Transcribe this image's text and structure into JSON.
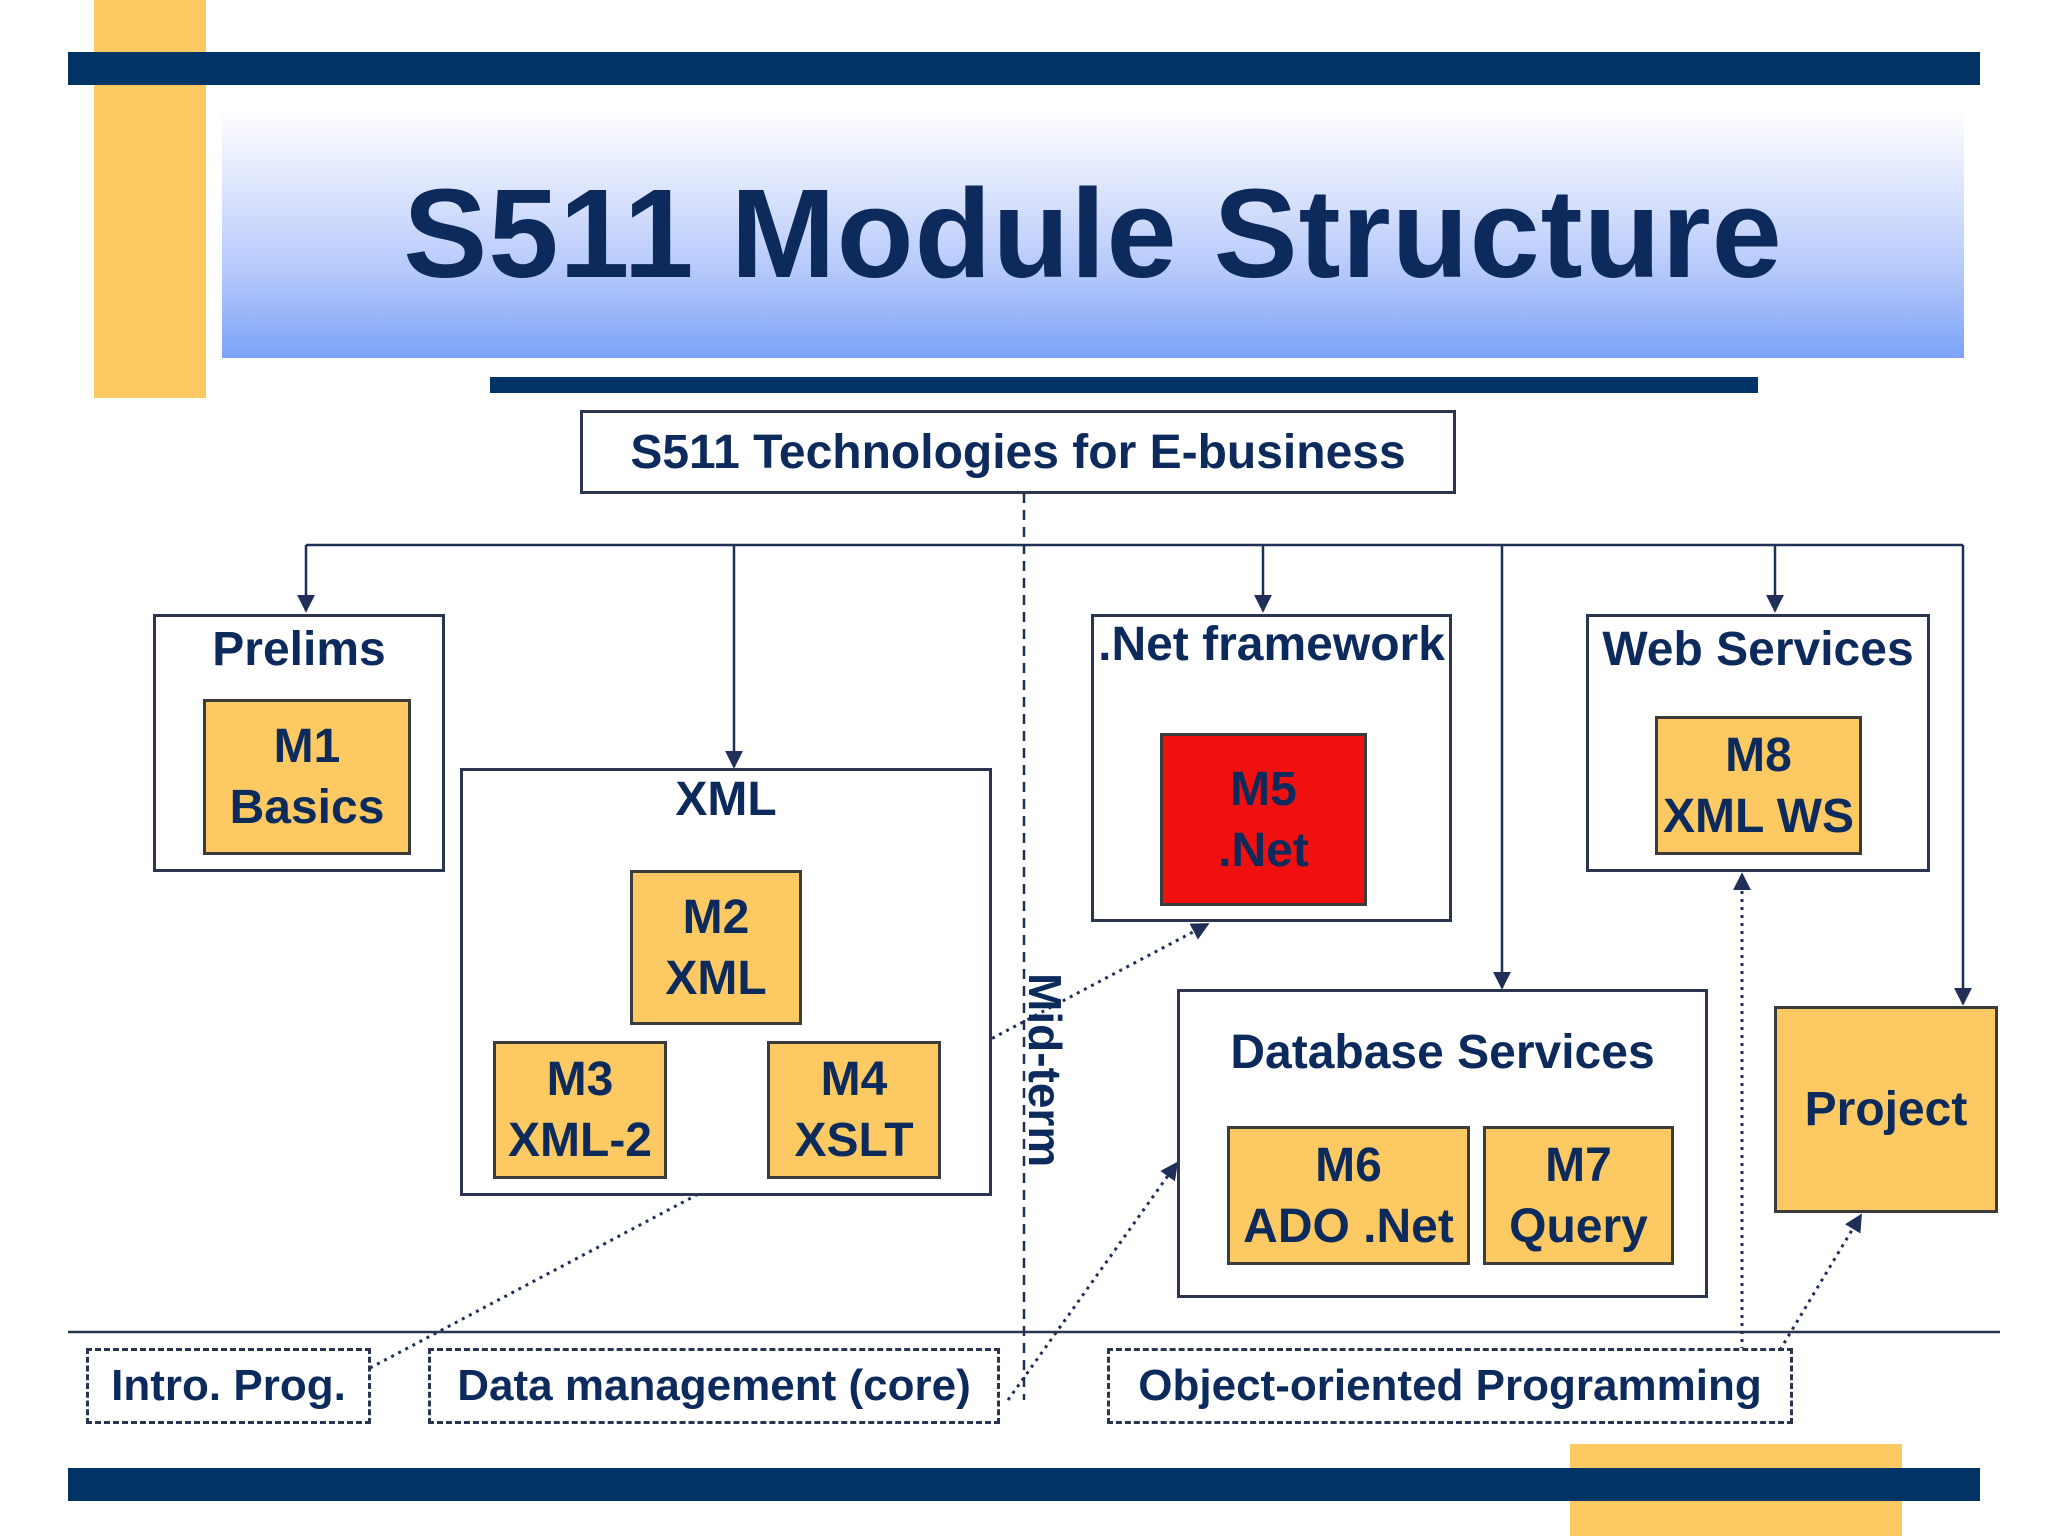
{
  "title": "S511 Module Structure",
  "root": "S511 Technologies for E-business",
  "groups": {
    "prelims": "Prelims",
    "xml": "XML",
    "net": ".Net framework",
    "web": "Web Services",
    "db": "Database Services"
  },
  "modules": {
    "m1": {
      "code": "M1",
      "name": "Basics"
    },
    "m2": {
      "code": "M2",
      "name": "XML"
    },
    "m3": {
      "code": "M3",
      "name": "XML-2"
    },
    "m4": {
      "code": "M4",
      "name": "XSLT"
    },
    "m5": {
      "code": "M5",
      "name": ".Net"
    },
    "m6": {
      "code": "M6",
      "name": "ADO .Net"
    },
    "m7": {
      "code": "M7",
      "name": "Query"
    },
    "m8": {
      "code": "M8",
      "name": "XML WS"
    }
  },
  "project": "Project",
  "midterm": "Mid-term",
  "prereqs": {
    "intro": "Intro. Prog.",
    "data": "Data management (core)",
    "oop": "Object-oriented Programming"
  },
  "colors": {
    "navy_bar": "#003366",
    "accent": "#fcc962",
    "module_fill": "#fcc962",
    "highlight": "#f01010",
    "text": "#0c2a5b"
  }
}
